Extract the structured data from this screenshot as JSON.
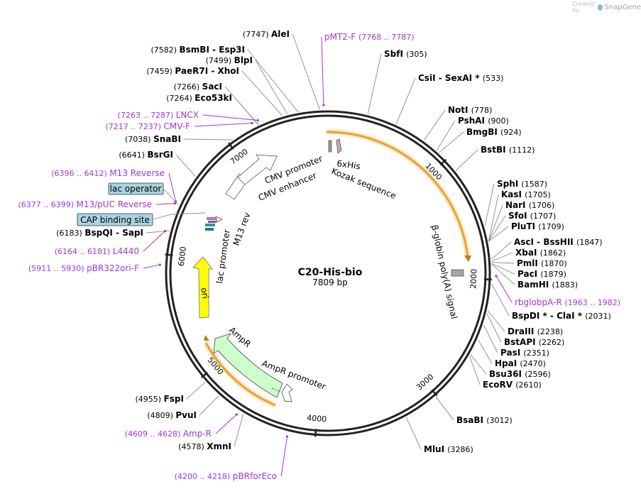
{
  "credit": {
    "created_by": "Created by",
    "brand": "SnapGene"
  },
  "plasmid": {
    "name": "C20-His-bio",
    "length_label": "7809 bp",
    "length": 7809
  },
  "ticks": [
    {
      "pos": 1000,
      "label": "1000"
    },
    {
      "pos": 2000,
      "label": "2000"
    },
    {
      "pos": 3000,
      "label": "3000"
    },
    {
      "pos": 4000,
      "label": "4000"
    },
    {
      "pos": 5000,
      "label": "5000"
    },
    {
      "pos": 6000,
      "label": "6000"
    },
    {
      "pos": 7000,
      "label": "7000"
    }
  ],
  "sites": [
    {
      "pos": 7747,
      "name": "AleI",
      "pos_label": "(7747)",
      "side": "left"
    },
    {
      "pos": 7582,
      "name": "BsmBI - Esp3I",
      "pos_label": "(7582)",
      "side": "left"
    },
    {
      "pos": 7499,
      "name": "BlpI",
      "pos_label": "(7499)",
      "side": "left"
    },
    {
      "pos": 7459,
      "name": "PaeR7I - XhoI",
      "pos_label": "(7459)",
      "side": "left"
    },
    {
      "pos": 7266,
      "name": "SacI",
      "pos_label": "(7266)",
      "side": "left"
    },
    {
      "pos": 7264,
      "name": "Eco53kI",
      "pos_label": "(7264)",
      "side": "left"
    },
    {
      "pos": 7038,
      "name": "SnaBI",
      "pos_label": "(7038)",
      "side": "left"
    },
    {
      "pos": 6641,
      "name": "BsrGI",
      "pos_label": "(6641)",
      "side": "left"
    },
    {
      "pos": 6183,
      "name": "BspQI - SapI",
      "pos_label": "(6183)",
      "side": "left"
    },
    {
      "pos": 4955,
      "name": "FspI",
      "pos_label": "(4955)",
      "side": "left"
    },
    {
      "pos": 4809,
      "name": "PvuI",
      "pos_label": "(4809)",
      "side": "left"
    },
    {
      "pos": 4578,
      "name": "XmnI",
      "pos_label": "(4578)",
      "side": "left"
    },
    {
      "pos": 305,
      "name": "SbfI",
      "pos_label": "(305)",
      "side": "right"
    },
    {
      "pos": 533,
      "name": "CsiI - SexAI *",
      "pos_label": "(533)",
      "side": "right"
    },
    {
      "pos": 778,
      "name": "NotI",
      "pos_label": "(778)",
      "side": "right"
    },
    {
      "pos": 900,
      "name": "PshAI",
      "pos_label": "(900)",
      "side": "right"
    },
    {
      "pos": 924,
      "name": "BmgBI",
      "pos_label": "(924)",
      "side": "right"
    },
    {
      "pos": 1112,
      "name": "BstBI",
      "pos_label": "(1112)",
      "side": "right"
    },
    {
      "pos": 1587,
      "name": "SphI",
      "pos_label": "(1587)",
      "side": "right"
    },
    {
      "pos": 1705,
      "name": "KasI",
      "pos_label": "(1705)",
      "side": "right"
    },
    {
      "pos": 1706,
      "name": "NarI",
      "pos_label": "(1706)",
      "side": "right"
    },
    {
      "pos": 1707,
      "name": "SfoI",
      "pos_label": "(1707)",
      "side": "right"
    },
    {
      "pos": 1709,
      "name": "PluTI",
      "pos_label": "(1709)",
      "side": "right"
    },
    {
      "pos": 1847,
      "name": "AscI - BssHII",
      "pos_label": "(1847)",
      "side": "right"
    },
    {
      "pos": 1862,
      "name": "XbaI",
      "pos_label": "(1862)",
      "side": "right"
    },
    {
      "pos": 1870,
      "name": "PmlI",
      "pos_label": "(1870)",
      "side": "right"
    },
    {
      "pos": 1879,
      "name": "PacI",
      "pos_label": "(1879)",
      "side": "right"
    },
    {
      "pos": 1883,
      "name": "BamHI",
      "pos_label": "(1883)",
      "side": "right"
    },
    {
      "pos": 2031,
      "name": "BspDI * - ClaI *",
      "pos_label": "(2031)",
      "side": "right"
    },
    {
      "pos": 2238,
      "name": "DraIII",
      "pos_label": "(2238)",
      "side": "right"
    },
    {
      "pos": 2262,
      "name": "BstAPI",
      "pos_label": "(2262)",
      "side": "right"
    },
    {
      "pos": 2351,
      "name": "PasI",
      "pos_label": "(2351)",
      "side": "right"
    },
    {
      "pos": 2470,
      "name": "HpaI",
      "pos_label": "(2470)",
      "side": "right"
    },
    {
      "pos": 2596,
      "name": "Bsu36I",
      "pos_label": "(2596)",
      "side": "right"
    },
    {
      "pos": 2610,
      "name": "EcoRV",
      "pos_label": "(2610)",
      "side": "right"
    },
    {
      "pos": 3012,
      "name": "BsaBI",
      "pos_label": "(3012)",
      "side": "right"
    },
    {
      "pos": 3286,
      "name": "MluI",
      "pos_label": "(3286)",
      "side": "right"
    }
  ],
  "primers": [
    {
      "pos": 7777,
      "range": "(7768 .. 7787)",
      "name": "pMT2-F",
      "side": "right"
    },
    {
      "pos": 7275,
      "range": "(7263 .. 7287)",
      "name": "LNCX",
      "side": "left"
    },
    {
      "pos": 7227,
      "range": "(7217 .. 7237)",
      "name": "CMV-F",
      "side": "left"
    },
    {
      "pos": 6404,
      "range": "(6396 .. 6412)",
      "name": "M13 Reverse",
      "side": "left"
    },
    {
      "pos": 6388,
      "range": "(6377 .. 6399)",
      "name": "M13/pUC Reverse",
      "side": "left"
    },
    {
      "pos": 6172,
      "range": "(6164 .. 6181)",
      "name": "L4440",
      "side": "left"
    },
    {
      "pos": 5920,
      "range": "(5911 .. 5930)",
      "name": "pBR322ori-F",
      "side": "left"
    },
    {
      "pos": 4618,
      "range": "(4609 .. 4628)",
      "name": "Amp-R",
      "side": "left"
    },
    {
      "pos": 4209,
      "range": "(4200 .. 4218)",
      "name": "pBRforEco",
      "side": "left"
    },
    {
      "pos": 1972,
      "range": "(1963 .. 1982)",
      "name": "rbglobpA-R",
      "side": "right"
    }
  ],
  "boxed_labels": [
    {
      "text": "lac operator"
    },
    {
      "text": "CAP binding site"
    }
  ],
  "features": [
    {
      "name": "CMV enhancer",
      "color": "#ffffff"
    },
    {
      "name": "CMV promoter",
      "color": "#ffffff"
    },
    {
      "name": "Kozak sequence",
      "color": "#9a9a9a"
    },
    {
      "name": "6xHis",
      "color": "#c9a9b5"
    },
    {
      "name": "β-globin poly(A) signal",
      "color": "#a4a4a4"
    },
    {
      "name": "ori",
      "color": "#ffff00"
    },
    {
      "name": "lac promoter",
      "color": "#ffffff"
    },
    {
      "name": "M13 rev",
      "color": "#b96bd8"
    },
    {
      "name": "AmpR",
      "color": "#ccffcc"
    },
    {
      "name": "AmpR promoter",
      "color": "#ffffff"
    }
  ],
  "colors": {
    "orf": "#f5a623",
    "primer": "#a336d6",
    "backbone": "#222222"
  }
}
